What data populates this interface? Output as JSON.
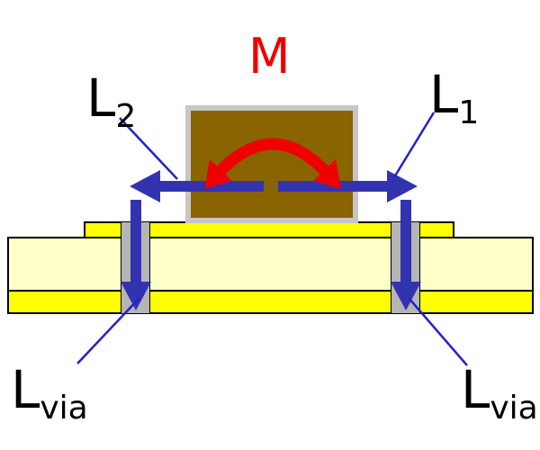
{
  "labels": {
    "m": "M",
    "l2": {
      "base": "L",
      "sub": "2"
    },
    "l1": {
      "base": "L",
      "sub": "1"
    },
    "lvia_left": {
      "base": "L",
      "sub": "via"
    },
    "lvia_right": {
      "base": "L",
      "sub": "via"
    }
  },
  "colors": {
    "background": "#ffffff",
    "arrow_blue": "#3333b2",
    "pointer_blue": "#2222cc",
    "arc_red": "#ee0000",
    "label_red": "#ee0000",
    "label_black": "#000000",
    "component_brown": "#8a6400",
    "component_border_gray": "#c6c6c6",
    "via_gray": "#b5b5b5",
    "board_pale_yellow": "#ffffc8",
    "layer_yellow": "#ffff00",
    "outline_black": "#000000"
  }
}
